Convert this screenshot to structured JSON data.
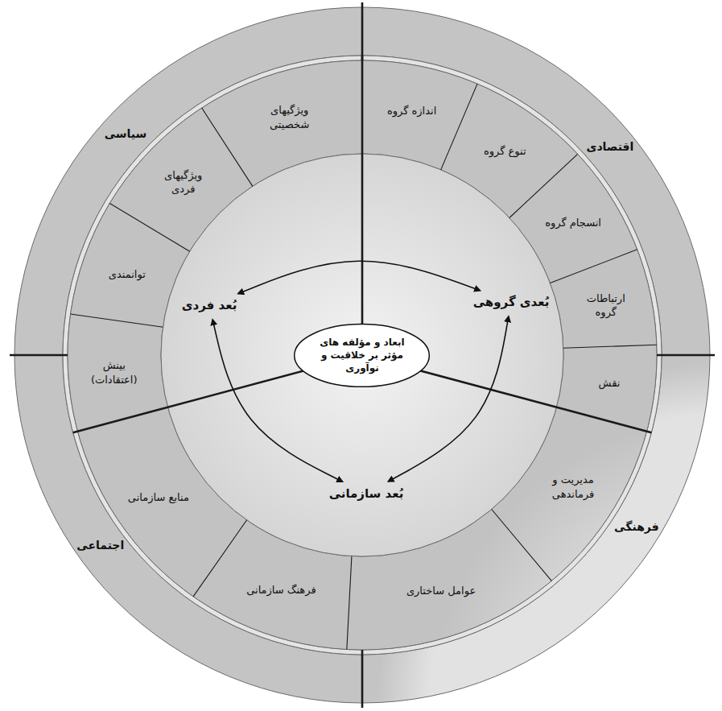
{
  "diagram": {
    "nodes": [
      {
        "text": [
          "ابعاد و مؤلفه های مؤثر بر خلاقیت و نوآوری"
        ]
      },
      {
        "text": [
          "بُعد فردی"
        ]
      },
      {
        "text": [
          "بُعدی گروهی"
        ]
      },
      {
        "text": [
          "بُعد سازمانی"
        ]
      },
      {
        "text": [
          "ویژگیهای شخصیتی"
        ]
      },
      {
        "text": [
          "ویژگیهای فردی"
        ]
      },
      {
        "text": [
          "توانمندی"
        ]
      },
      {
        "text": [
          "بینش (اعتقادات)"
        ]
      },
      {
        "text": [
          "اندازه گروه"
        ]
      },
      {
        "text": [
          "تنوع گروه"
        ]
      },
      {
        "text": [
          "انسجام گروه"
        ]
      },
      {
        "text": [
          "ارتباطات گروه"
        ]
      },
      {
        "text": [
          "نقش"
        ]
      },
      {
        "text": [
          "مدیریت و فرماندهی"
        ]
      },
      {
        "text": [
          "عوامل ساختاری"
        ]
      },
      {
        "text": [
          "فرهنگ سازمانی"
        ]
      },
      {
        "text": [
          "منابع سازمانی"
        ]
      },
      {
        "text": [
          "سیاسی"
        ]
      },
      {
        "text": [
          "اقتصادی"
        ]
      },
      {
        "text": [
          "فرهنگی"
        ]
      },
      {
        "text": [
          "اجتماعی"
        ]
      }
    ],
    "edges": [
      {
        "from": 1,
        "to": 2,
        "arrow": "both"
      },
      {
        "from": 1,
        "to": 3,
        "arrow": "both"
      },
      {
        "from": 2,
        "to": 3,
        "arrow": "both"
      }
    ]
  }
}
